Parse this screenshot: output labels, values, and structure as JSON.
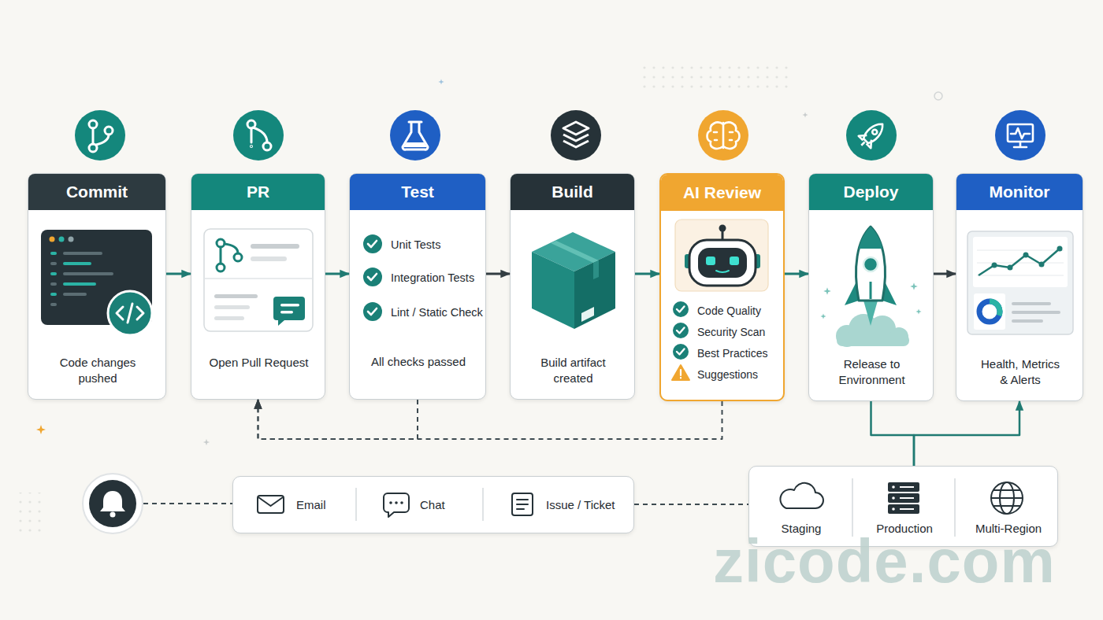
{
  "diagram": {
    "nodes": [
      {
        "text": [
          "Commit",
          "Code changes pushed"
        ]
      },
      {
        "text": [
          "PR",
          "Open Pull Request"
        ]
      },
      {
        "text": [
          "Test",
          "Unit Tests",
          "Integration Tests",
          "Lint / Static Check",
          "All checks passed"
        ]
      },
      {
        "text": [
          "Build",
          "Build artifact created"
        ]
      },
      {
        "text": [
          "AI Review",
          "Code Quality",
          "Security Scan",
          "Best Practices",
          "Suggestions"
        ]
      },
      {
        "text": [
          "Deploy",
          "Release to Environment"
        ]
      },
      {
        "text": [
          "Monitor",
          "Health, Metrics & Alerts"
        ]
      },
      {
        "text": [
          "Email",
          "Chat",
          "Issue / Ticket"
        ]
      },
      {
        "text": [
          "Staging",
          "Production",
          "Multi-Region"
        ]
      }
    ],
    "edges": [
      {
        "from": 0,
        "to": 1,
        "arrow": "to"
      },
      {
        "from": 1,
        "to": 2,
        "arrow": "to"
      },
      {
        "from": 2,
        "to": 3,
        "arrow": "to"
      },
      {
        "from": 3,
        "to": 4,
        "arrow": "to"
      },
      {
        "from": 4,
        "to": 5,
        "arrow": "to"
      },
      {
        "from": 5,
        "to": 6,
        "arrow": "to"
      },
      {
        "from": 2,
        "to": 1,
        "arrow": "to"
      },
      {
        "from": 4,
        "to": 1,
        "arrow": "to"
      },
      {
        "from": 8,
        "to": 5,
        "arrow": "none"
      },
      {
        "from": 8,
        "to": 6,
        "arrow": "to"
      },
      {
        "from": 7,
        "to": 8,
        "arrow": "none"
      }
    ],
    "labels": [
      "zicode.com"
    ]
  }
}
